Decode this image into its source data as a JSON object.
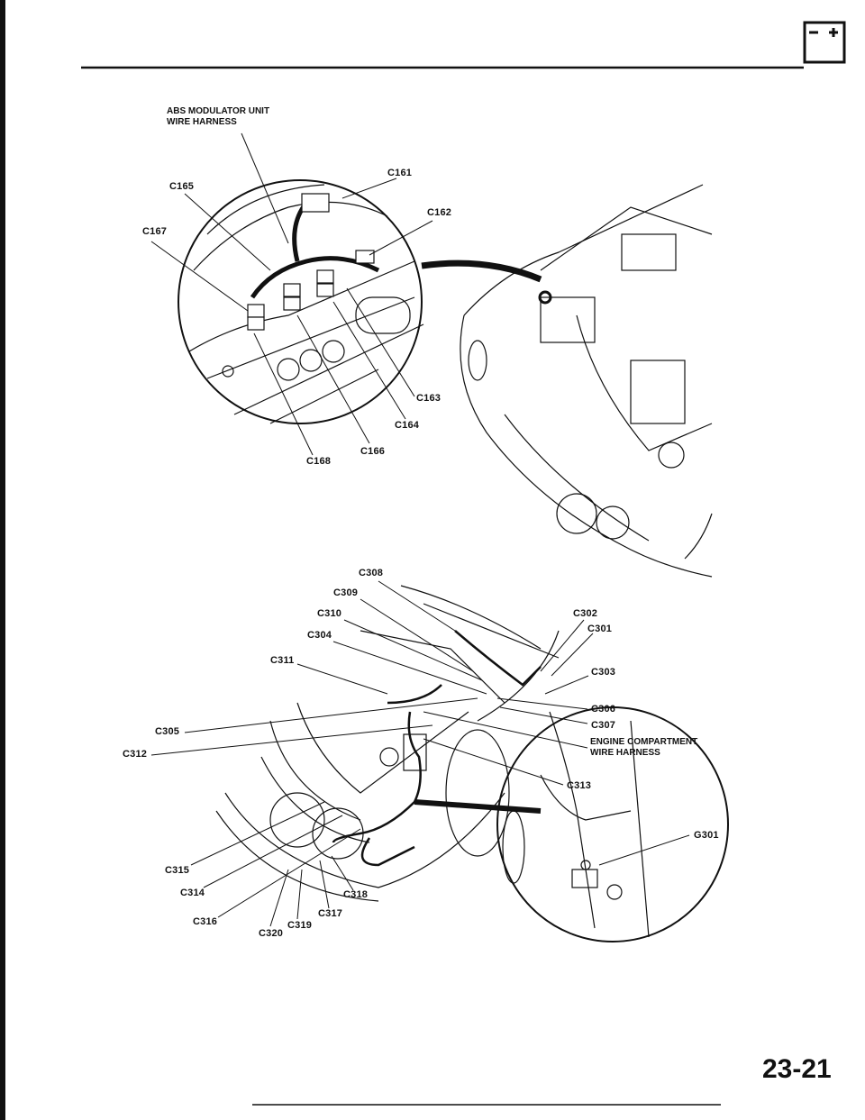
{
  "header": {
    "icon": "battery-icon"
  },
  "abs_section": {
    "title_line1": "ABS MODULATOR UNIT",
    "title_line2": "WIRE HARNESS",
    "connectors": [
      "C161",
      "C165",
      "C162",
      "C167",
      "C163",
      "C164",
      "C166",
      "C168"
    ]
  },
  "engine_section": {
    "title_line1": "ENGINE COMPARTMENT",
    "title_line2": "WIRE HARNESS",
    "connectors": [
      "C308",
      "C309",
      "C310",
      "C304",
      "C311",
      "C302",
      "C301",
      "C303",
      "C306",
      "C307",
      "C305",
      "C312",
      "C313",
      "C315",
      "C314",
      "C316",
      "C320",
      "C319",
      "C317",
      "C318"
    ],
    "ground": "G301"
  },
  "footer": {
    "page_number": "23-21"
  }
}
